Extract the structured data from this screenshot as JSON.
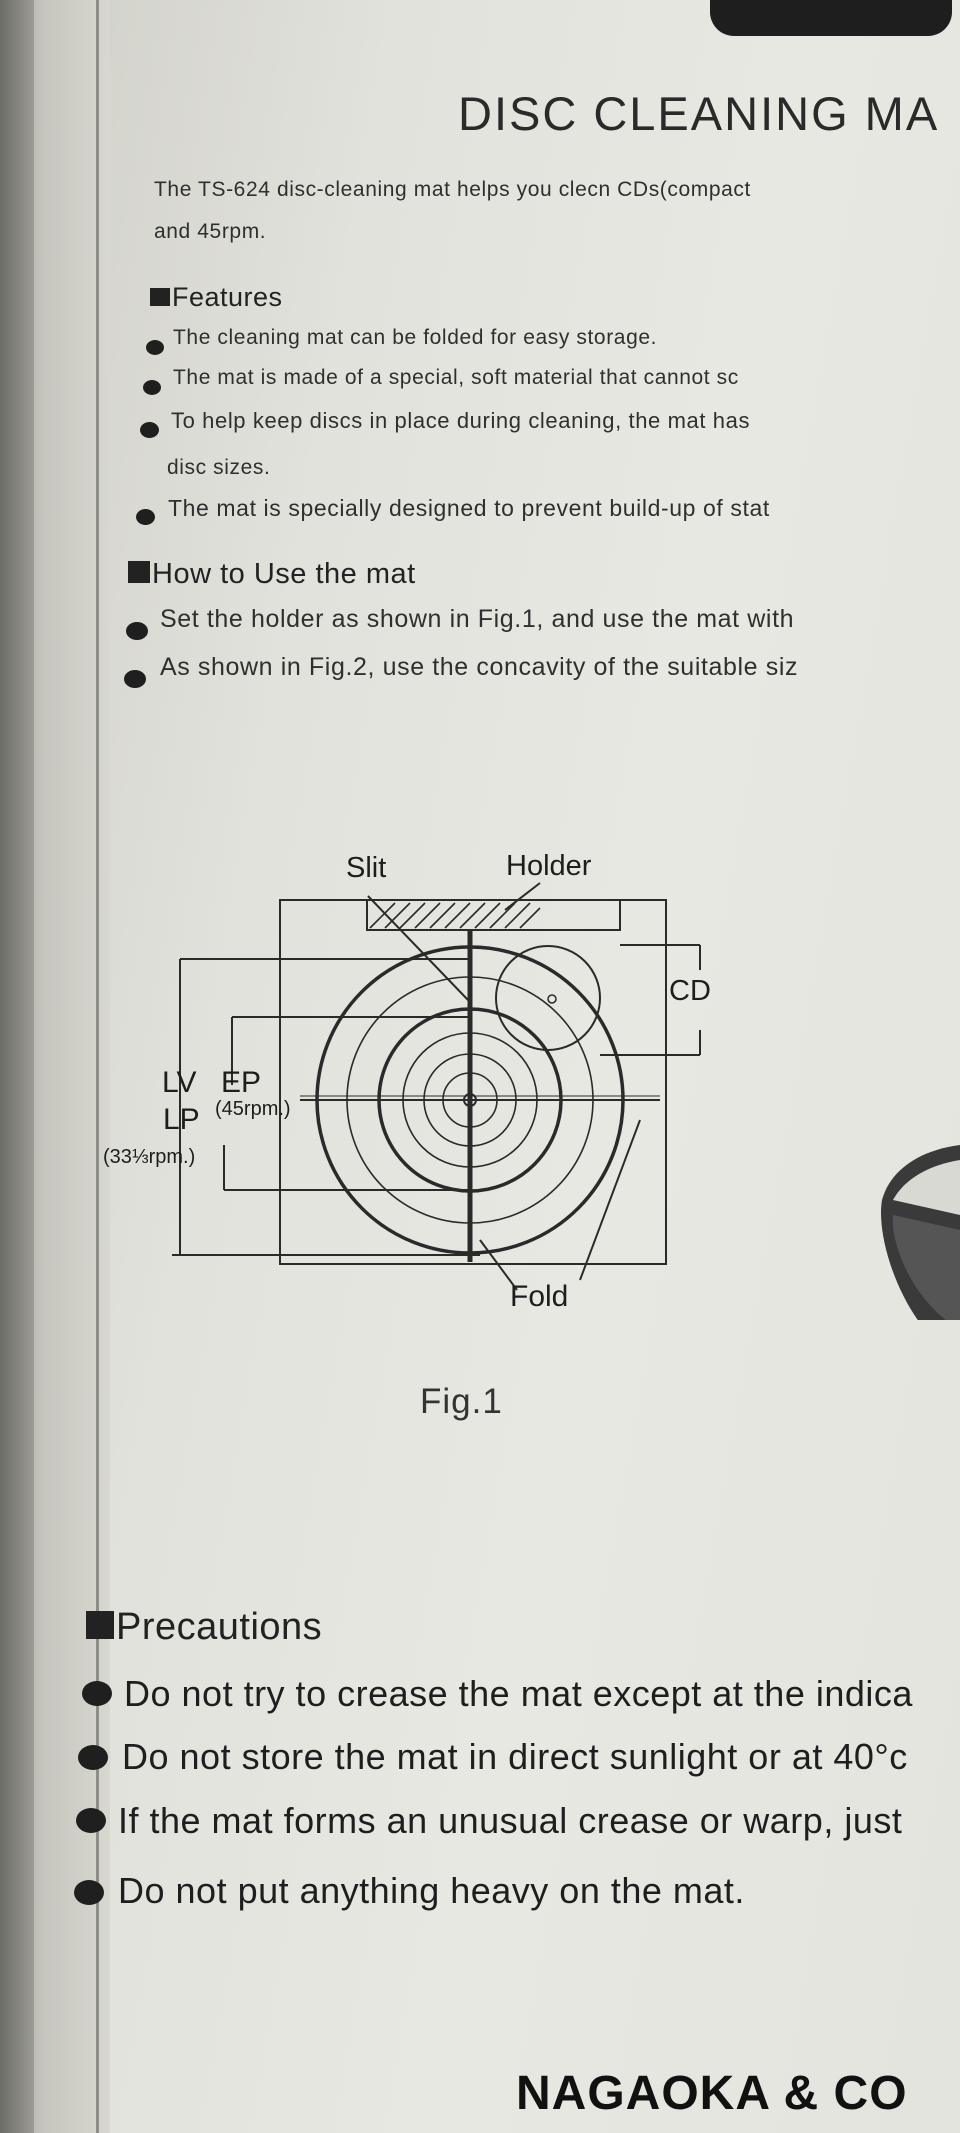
{
  "document": {
    "title": "DISC CLEANING MA",
    "intro_line1": "The TS-624 disc-cleaning mat helps you clecn CDs(compact",
    "intro_line2": "and 45rpm.",
    "features": {
      "heading": "Features",
      "items": [
        "The cleaning mat can be folded for easy storage.",
        "The mat is made of a special, soft material that cannot sc",
        "To help keep discs in place during cleaning, the mat has",
        "disc sizes.",
        "The mat is specially designed to prevent build-up of stat"
      ]
    },
    "how_to_use": {
      "heading": "How to Use the mat",
      "items": [
        "Set the holder as shown in Fig.1, and use the mat with",
        "As shown in Fig.2, use the concavity of the suitable siz"
      ]
    },
    "figure1": {
      "labels": {
        "slit": "Slit",
        "holder": "Holder",
        "cd": "CD",
        "lv": "LV",
        "ep": "EP",
        "ep_speed": "(45rpm.)",
        "lp": "LP",
        "lp_speed": "(33⅓rpm.)",
        "fold": "Fold"
      },
      "caption": "Fig.1"
    },
    "precautions": {
      "heading": "Precautions",
      "items": [
        "Do not try to crease the mat except at the indica",
        "Do not store the mat in direct sunlight or at 40°c",
        "If the mat forms an unusual crease or warp, just",
        "Do not put anything heavy on the mat."
      ]
    },
    "footer": "NAGAOKA & CO"
  },
  "colors": {
    "paper": "#e6e6e0",
    "ink": "#1d1d1d",
    "tab": "#1e1e1e"
  }
}
